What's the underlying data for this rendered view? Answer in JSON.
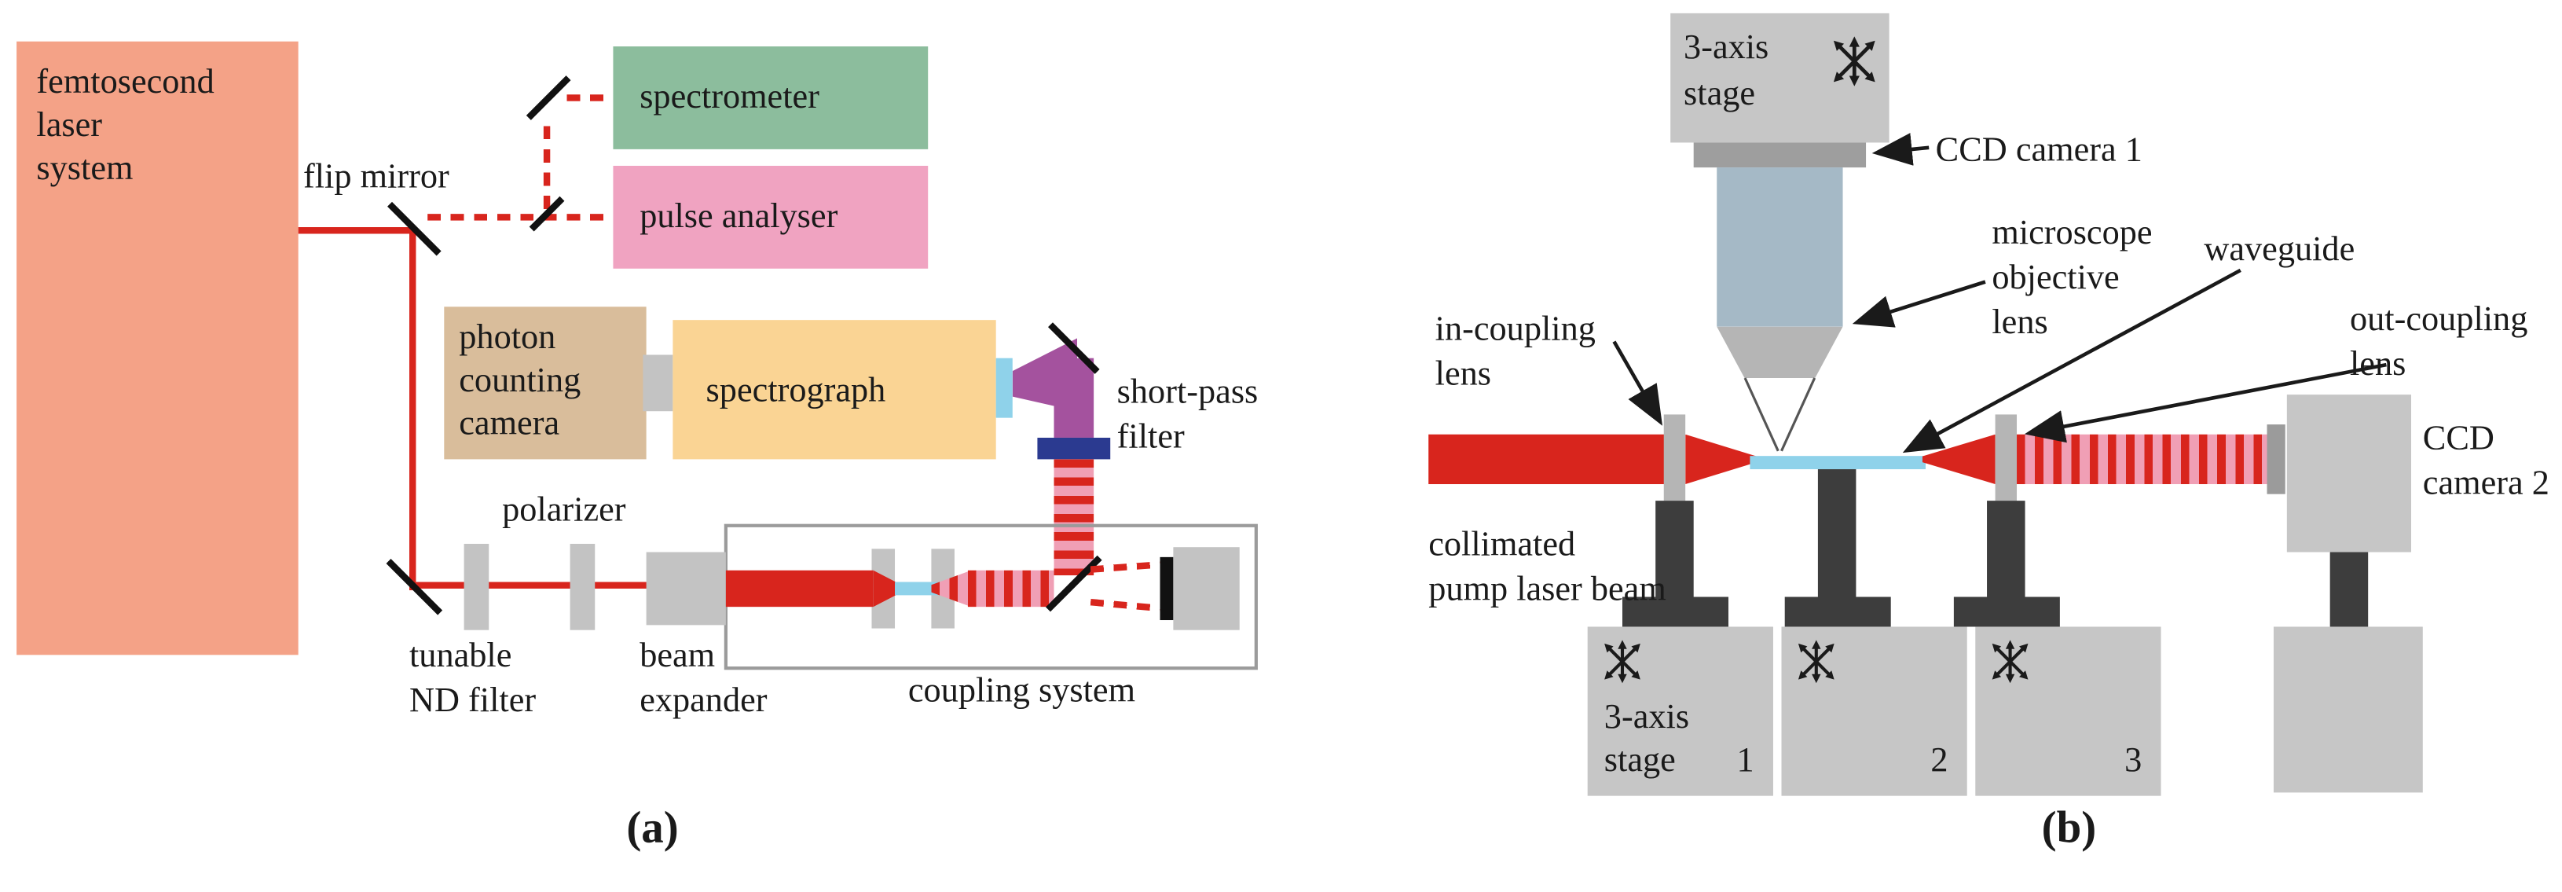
{
  "colors": {
    "laser_box": "#f4a287",
    "spectrometer_box": "#8cbd9d",
    "pulse_analyser_box": "#f0a3c1",
    "photon_camera_box": "#d9bd9b",
    "spectrograph_box": "#fad494",
    "beam_red": "#d8251d",
    "beam_pink": "#f09fb5",
    "beam_purple": "#a4529e",
    "filter_blue": "#2b3a90",
    "optic_cyan": "#8fd2ea",
    "objective_blue": "#a5b9c6",
    "component_gray": "#c6c6c6",
    "component_gray_mid": "#9e9e9e",
    "pedestal_dark": "#3d3d3d",
    "outline_gray": "#9b9b9b",
    "text": "#1a1a1a"
  },
  "panel_a": {
    "caption": "(a)",
    "laser": {
      "lines": [
        "femtosecond",
        "laser",
        "system"
      ]
    },
    "flip_mirror": "flip mirror",
    "spectrometer": "spectrometer",
    "pulse_analyser": "pulse analyser",
    "photon_camera": {
      "lines": [
        "photon",
        "counting",
        "camera"
      ]
    },
    "spectrograph": "spectrograph",
    "short_pass": {
      "lines": [
        "short-pass",
        "filter"
      ]
    },
    "polarizer": "polarizer",
    "nd_filter": {
      "lines": [
        "tunable",
        "ND filter"
      ]
    },
    "beam_expander": {
      "lines": [
        "beam",
        "expander"
      ]
    },
    "coupling_system": "coupling system"
  },
  "panel_b": {
    "caption": "(b)",
    "top_stage": {
      "lines": [
        "3-axis",
        "stage"
      ]
    },
    "ccd_camera_1": "CCD camera 1",
    "objective": {
      "lines": [
        "microscope",
        "objective",
        "lens"
      ]
    },
    "waveguide": "waveguide",
    "in_coupling": {
      "lines": [
        "in-coupling",
        "lens"
      ]
    },
    "out_coupling": {
      "lines": [
        "out-coupling",
        "lens"
      ]
    },
    "pump_beam": {
      "lines": [
        "collimated",
        "pump laser beam"
      ]
    },
    "ccd_camera_2": {
      "lines": [
        "CCD",
        "camera 2"
      ]
    },
    "bottom_stage": {
      "lines": [
        "3-axis",
        "stage"
      ]
    },
    "stage_numbers": [
      "1",
      "2",
      "3"
    ]
  }
}
